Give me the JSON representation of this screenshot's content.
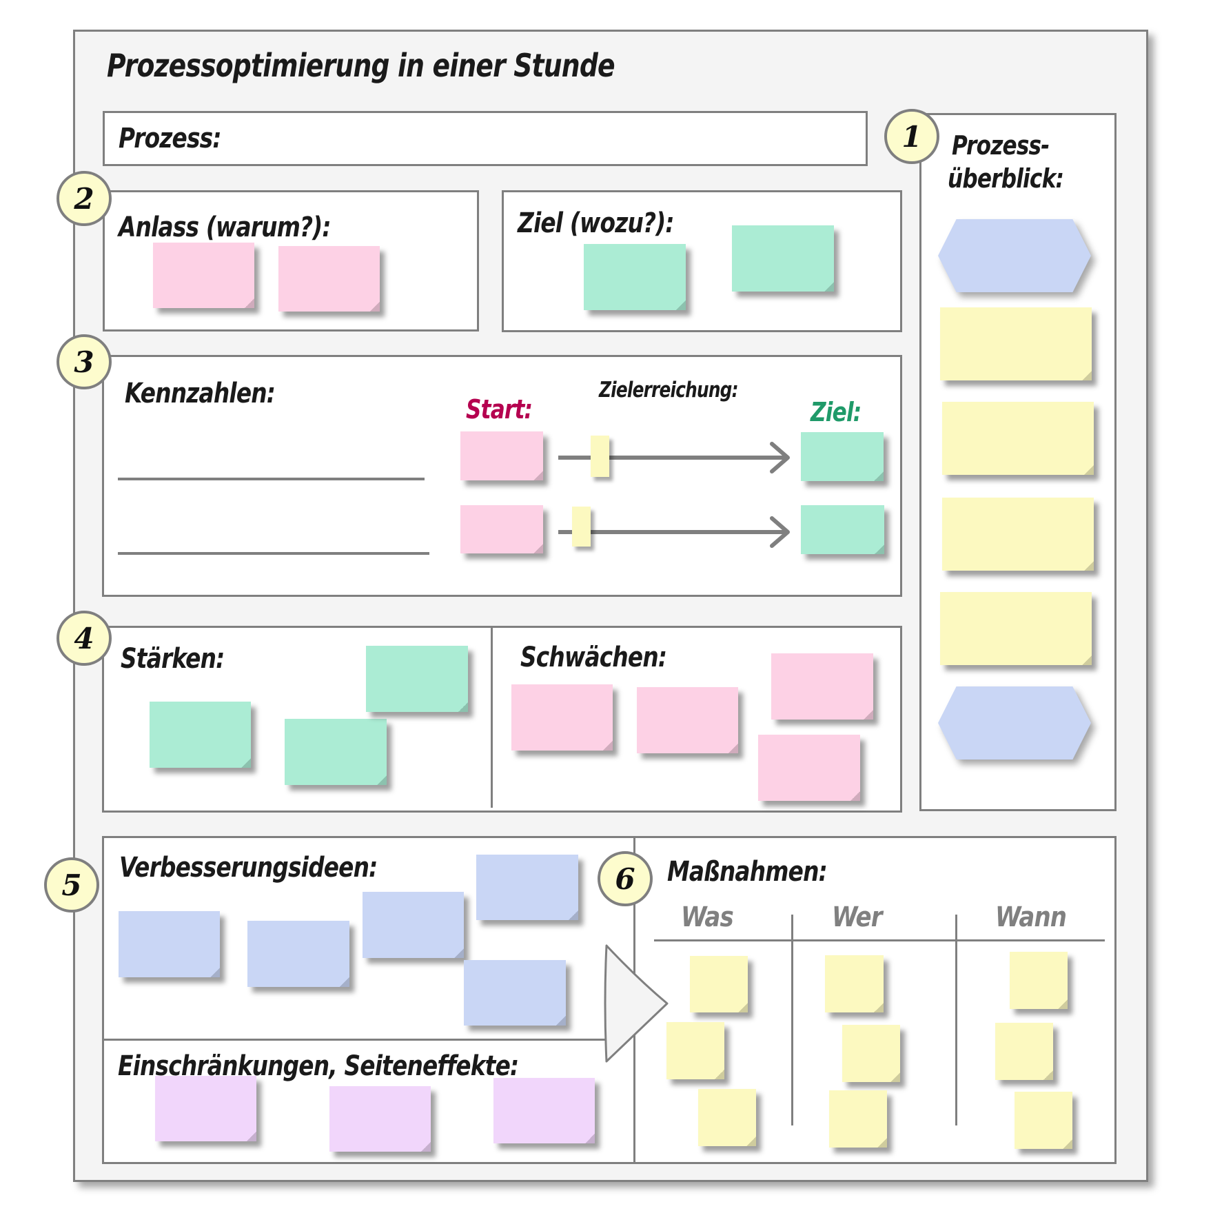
{
  "title": "Prozessoptimierung in einer Stunde",
  "process_field": {
    "label": "Prozess:"
  },
  "overview": {
    "number": "1",
    "label_line1": "Prozess-",
    "label_line2": "überblick:",
    "items": [
      "start-event",
      "step",
      "step",
      "step",
      "step",
      "end-event"
    ]
  },
  "anlass": {
    "number": "2",
    "label": "Anlass (warum?):",
    "notes": 2,
    "note_color": "#fdd1e5"
  },
  "ziel": {
    "label": "Ziel (wozu?):",
    "notes": 2,
    "note_color": "#abecd4"
  },
  "kennzahlen": {
    "number": "3",
    "label": "Kennzahlen:",
    "progress_label": "Zielerreichung:",
    "start_label": "Start:",
    "start_color": "#b5004f",
    "goal_label": "Ziel:",
    "goal_color": "#1f9a69",
    "rows": [
      {
        "progress_percent": 18
      },
      {
        "progress_percent": 10
      }
    ]
  },
  "swot": {
    "number": "4",
    "strengths_label": "Stärken:",
    "strengths_notes": 3,
    "weaknesses_label": "Schwächen:",
    "weaknesses_notes": 4
  },
  "ideas": {
    "number": "5",
    "label": "Verbesserungsideen:",
    "notes": 5,
    "constraints_label": "Einschränkungen, Seiteneffekte:",
    "constraints_notes": 3
  },
  "actions": {
    "number": "6",
    "label": "Maßnahmen:",
    "columns": [
      "Was",
      "Wer",
      "Wann"
    ],
    "notes_per_column": 3
  },
  "colors": {
    "pink": "#fdd1e5",
    "teal": "#abecd4",
    "yellow": "#fcf9c0",
    "blue": "#c9d6f5",
    "purple": "#f1d6fb",
    "number_badge": "#fdfccd",
    "border": "#7f7f7f"
  },
  "icons": {
    "transition_arrow": "triangle-arrow-icon",
    "progress_arrow": "right-arrow-icon"
  }
}
